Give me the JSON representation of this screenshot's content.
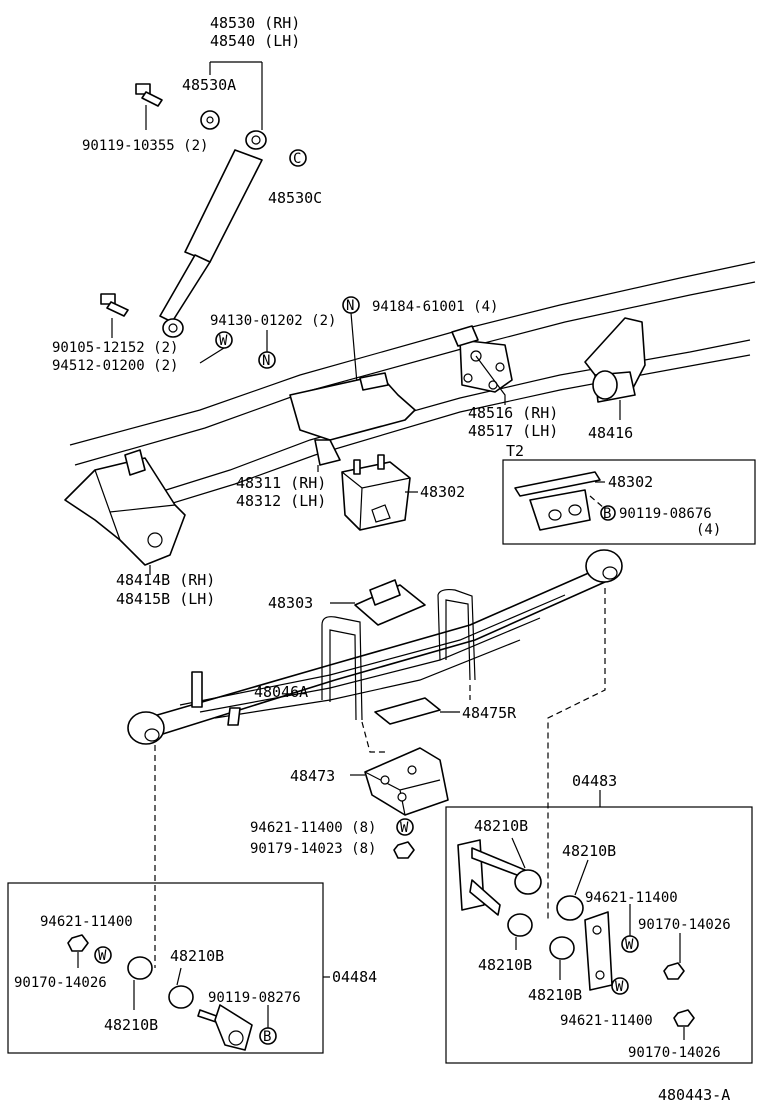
{
  "labels": {
    "p48530": "48530 (RH)",
    "p48540": "48540 (LH)",
    "p48530A": "48530A",
    "p90119_10355": "90119-10355 (2)",
    "p48530C": "48530C",
    "p94130": "94130-01202 (2)",
    "p94184": "94184-61001 (4)",
    "p90105": "90105-12152 (2)",
    "p94512": "94512-01200 (2)",
    "p48516": "48516 (RH)",
    "p48517": "48517 (LH)",
    "p48416": "48416",
    "t2": "T2",
    "p48302_t2": "48302",
    "p90119_08676": "90119-08676",
    "p90119_08676_qty": "(4)",
    "p48311": "48311 (RH)",
    "p48312": "48312 (LH)",
    "p48302": "48302",
    "p48414B": "48414B (RH)",
    "p48415B": "48415B (LH)",
    "p48303": "48303",
    "p48046A": "48046A",
    "p48475R": "48475R",
    "p48473": "48473",
    "p04483": "04483",
    "p94621_11400_8": "94621-11400 (8)",
    "p90179_14023_8": "90179-14023 (8)",
    "r_48210B_a": "48210B",
    "r_48210B_b": "48210B",
    "r_94621_11400_a": "94621-11400",
    "r_90170_14026_a": "90170-14026",
    "r_48210B_c": "48210B",
    "r_48210B_d": "48210B",
    "r_94621_11400_b": "94621-11400",
    "r_90170_14026_b": "90170-14026",
    "l_94621_11400": "94621-11400",
    "l_90170_14026": "90170-14026",
    "l_48210B_a": "48210B",
    "l_90119_08276": "90119-08276",
    "l_48210B_b": "48210B",
    "p04484": "04484",
    "figure_id": "480443-A"
  },
  "markers": {
    "N": "N",
    "W": "W",
    "B": "B",
    "C": "C"
  }
}
